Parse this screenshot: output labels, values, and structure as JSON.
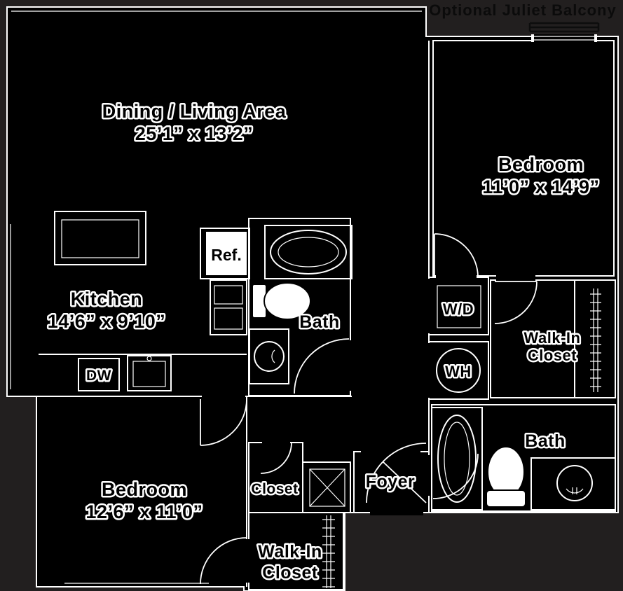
{
  "header": {
    "title": "Optional Juliet Balcony"
  },
  "palette": {
    "background": "#221f1f",
    "plan_fill": "#000000",
    "wall_line": "#ffffff",
    "label_text": "#000000",
    "label_halo": "#ffffff",
    "title_text": "#0b0b0b"
  },
  "rooms": {
    "dining_living": {
      "label": "Dining / Living Area",
      "dims": "25’1” x 13’2”"
    },
    "bedroom_upper": {
      "label": "Bedroom",
      "dims": "11’0” x 14’9”"
    },
    "kitchen": {
      "label": "Kitchen",
      "dims": "14’6” x 9’10”"
    },
    "bath_upper": {
      "label": "Bath"
    },
    "walk_in_closet_right": {
      "line1": "Walk-In",
      "line2": "Closet"
    },
    "bath_lower": {
      "label": "Bath"
    },
    "foyer": {
      "label": "Foyer"
    },
    "bedroom_lower": {
      "label": "Bedroom",
      "dims": "12’6” x 11’0”"
    },
    "closet": {
      "label": "Closet"
    },
    "walk_in_closet_lower": {
      "line1": "Walk-In",
      "line2": "Closet"
    }
  },
  "appliances": {
    "refrigerator": "Ref.",
    "dishwasher": "DW",
    "washer_dryer": "W/D",
    "water_heater": "WH"
  }
}
